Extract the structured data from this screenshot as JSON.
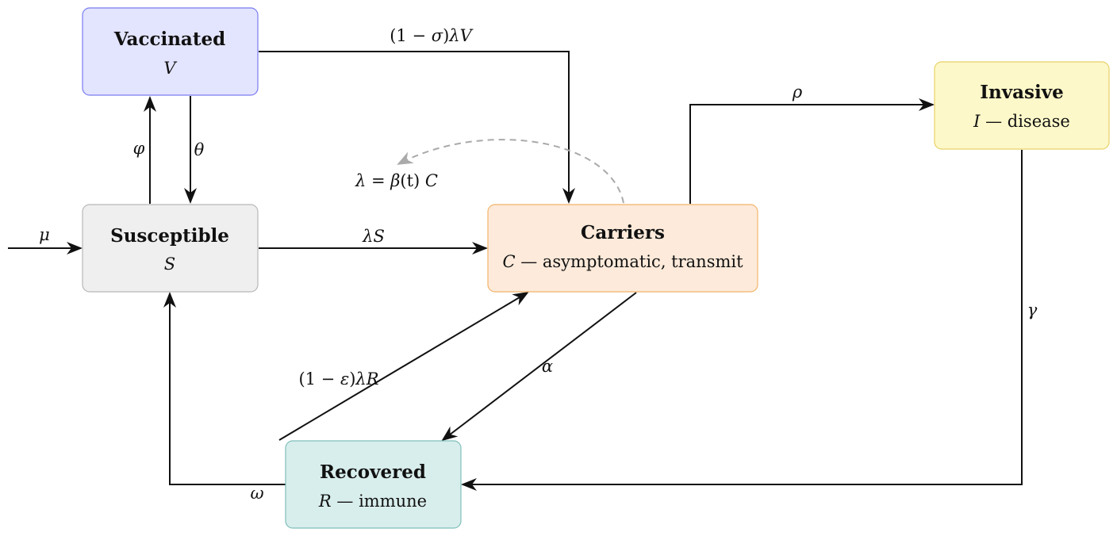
{
  "nodes": {
    "vaccinated": {
      "title": "Vaccinated",
      "var": "V",
      "desc": "",
      "fill": "#e3e4fd",
      "stroke": "#7a7cf0"
    },
    "susceptible": {
      "title": "Susceptible",
      "var": "S",
      "desc": "",
      "fill": "#efefef",
      "stroke": "#b8b8b8"
    },
    "carriers": {
      "title": "Carriers",
      "var": "C",
      "desc": " — asymptomatic, transmit",
      "fill": "#fdeada",
      "stroke": "#f2b46a"
    },
    "invasive": {
      "title": "Invasive",
      "var": "I",
      "desc": " — disease",
      "fill": "#fdf8c9",
      "stroke": "#e8d267"
    },
    "recovered": {
      "title": "Recovered",
      "var": "R",
      "desc": " — immune",
      "fill": "#d8eeec",
      "stroke": "#7fbfba"
    }
  },
  "edges": {
    "v_to_c": {
      "pre": "(1 − ",
      "sym": "σ",
      "post": ")",
      "tail": "λV"
    },
    "s_to_v": {
      "label": "φ"
    },
    "v_to_s": {
      "label": "θ"
    },
    "inflow": {
      "label": "μ"
    },
    "s_to_c": {
      "label": "λS"
    },
    "c_to_i": {
      "label": "ρ"
    },
    "i_to_r": {
      "label": "γ"
    },
    "c_to_r": {
      "label": "α"
    },
    "r_to_c": {
      "pre": "(1 − ",
      "sym": "ε",
      "post": ")",
      "tail": "λR"
    },
    "r_to_s": {
      "label": "ω"
    }
  },
  "annotation": {
    "lambda": "λ",
    "eq": " = ",
    "beta": "β",
    "t": "(t)",
    "c": " C"
  },
  "colors": {
    "edge": "#111111",
    "feedback": "#aaaaaa"
  }
}
